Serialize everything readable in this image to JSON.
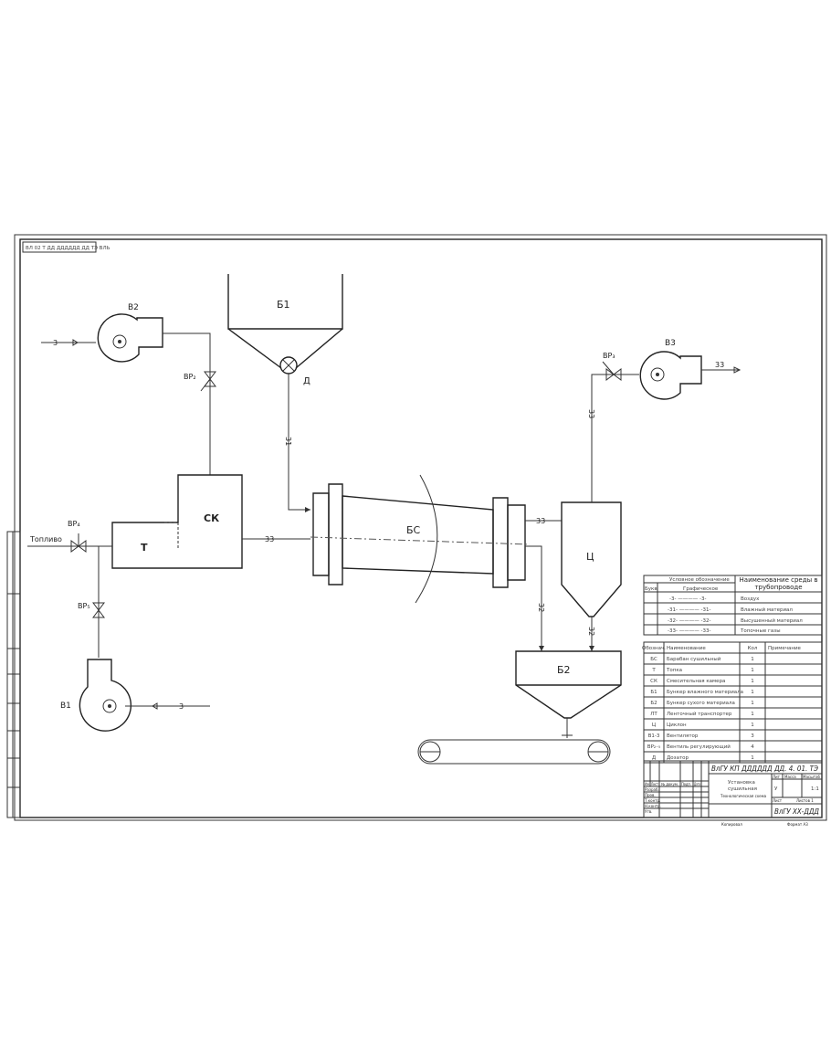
{
  "stamp": "ВЛ 02 Т ДД ДДДДДД ДД ТЭ ВЛЬ",
  "components": {
    "b1": "Б1",
    "dosator": "Д",
    "b2_fan": "В2",
    "b3_fan": "В3",
    "b1_fan": "В1",
    "mixing": "СК",
    "furnace": "Т",
    "drum": "БС",
    "cyclone": "Ц",
    "b2_hopper": "Б2",
    "valve2": "ВР₂",
    "valve3": "ВР₃",
    "valve4": "ВР₄",
    "valve5": "ВР₅",
    "fuel": "Топливо"
  },
  "flows": {
    "air": "3",
    "wet": "31",
    "dry": "32",
    "gas": "33"
  },
  "legend_table": {
    "header_symbol": "Условное обозначение",
    "header_letter": "Букв",
    "header_graphic": "Графическое",
    "header_name": "Наименование среды в трубопроводе",
    "rows": [
      {
        "graphic": "-3- ———— -3-",
        "name": "Воздух"
      },
      {
        "graphic": "-31- ———— -31-",
        "name": "Влажный материал"
      },
      {
        "graphic": "-32- ———— -32-",
        "name": "Высушенный материал"
      },
      {
        "graphic": "-33- ———— -33-",
        "name": "Топочные газы"
      }
    ]
  },
  "spec_table": {
    "headers": [
      "Обознач.",
      "Наименование",
      "Кол",
      "Примечание"
    ],
    "rows": [
      [
        "БС",
        "Барабан сушильный",
        "1",
        ""
      ],
      [
        "Т",
        "Топка",
        "1",
        ""
      ],
      [
        "СК",
        "Смесительная камера",
        "1",
        ""
      ],
      [
        "Б1",
        "Бункер влажного материала",
        "1",
        ""
      ],
      [
        "Б2",
        "Бункер сухого материала",
        "1",
        ""
      ],
      [
        "ЛТ",
        "Ленточный транспортер",
        "1",
        ""
      ],
      [
        "Ц",
        "Циклон",
        "1",
        ""
      ],
      [
        "В1-3",
        "Вентилятор",
        "3",
        ""
      ],
      [
        "ВР₂₋₅",
        "Вентиль регулирующий",
        "4",
        ""
      ],
      [
        "Д",
        "Дозатор",
        "1",
        ""
      ]
    ]
  },
  "title_block": {
    "code": "ВлГУ КП ДДДДДД ДД. 4. 01. ТЭ",
    "title1": "Установка",
    "title2": "сушильная",
    "subtitle": "Технологическая схема",
    "col_headers": [
      "Изм",
      "Лист",
      "№ докум.",
      "Подп.",
      "Дата"
    ],
    "roles": [
      "Разраб.",
      "Пров.",
      "Т.контр.",
      "Н.контр.",
      "Утв."
    ],
    "sheet_headers": [
      "Лит",
      "Масса",
      "Масштаб"
    ],
    "lit": "У",
    "scale": "1:1",
    "sheet": "Лист",
    "sheets": "Листов 1",
    "org": "ВлГУ  ХХ-ДДД",
    "copied": "Копировал",
    "format": "Формат А3"
  }
}
